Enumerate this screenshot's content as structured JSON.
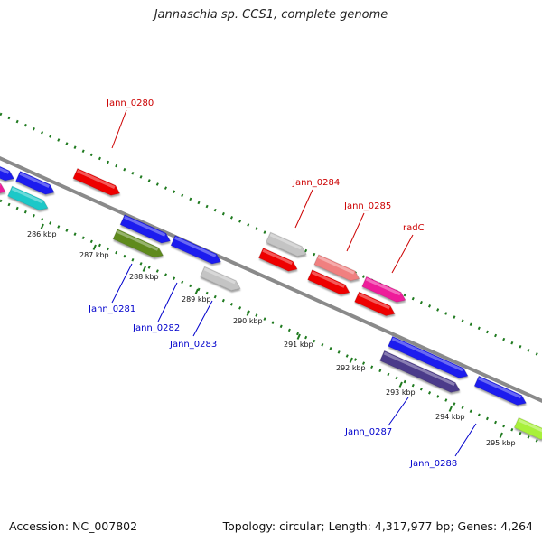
{
  "title": "Jannaschia sp. CCS1, complete genome",
  "footer": {
    "accession": "Accession: NC_007802",
    "summary": "Topology: circular; Length: 4,317,977 bp; Genes: 4,264"
  },
  "colors": {
    "label_top": "#cc0000",
    "label_bottom": "#0000cc",
    "backbone": "#8a8a8a",
    "ticks": "#1f7a1f"
  },
  "ticks": [
    "286 kbp",
    "287 kbp",
    "288 kbp",
    "289 kbp",
    "290 kbp",
    "291 kbp",
    "292 kbp",
    "293 kbp",
    "294 kbp",
    "295 kbp"
  ],
  "gene_labels": [
    {
      "text": "Jann_0280",
      "strand": "top"
    },
    {
      "text": "Jann_0284",
      "strand": "top"
    },
    {
      "text": "Jann_0285",
      "strand": "top"
    },
    {
      "text": "radC",
      "strand": "top"
    },
    {
      "text": "Jann_0281",
      "strand": "bottom"
    },
    {
      "text": "Jann_0282",
      "strand": "bottom"
    },
    {
      "text": "Jann_0283",
      "strand": "bottom"
    },
    {
      "text": "Jann_0287",
      "strand": "bottom"
    },
    {
      "text": "Jann_0288",
      "strand": "bottom"
    }
  ],
  "genes": [
    {
      "color": "#1a1aee"
    },
    {
      "color": "#ee1a9a"
    },
    {
      "color": "#1a1aee"
    },
    {
      "color": "#1ac8c8"
    },
    {
      "color": "#ee0000"
    },
    {
      "color": "#1a1aee"
    },
    {
      "color": "#5e8a1e"
    },
    {
      "color": "#1a1aee"
    },
    {
      "color": "#c4c4c4"
    },
    {
      "color": "#c4c4c4"
    },
    {
      "color": "#ee0000"
    },
    {
      "color": "#f08080"
    },
    {
      "color": "#ee0000"
    },
    {
      "color": "#ee1a9a"
    },
    {
      "color": "#ee0000"
    },
    {
      "color": "#1a1aee"
    },
    {
      "color": "#4b3a8a"
    },
    {
      "color": "#1a1aee"
    },
    {
      "color": "#a8f03a"
    }
  ]
}
